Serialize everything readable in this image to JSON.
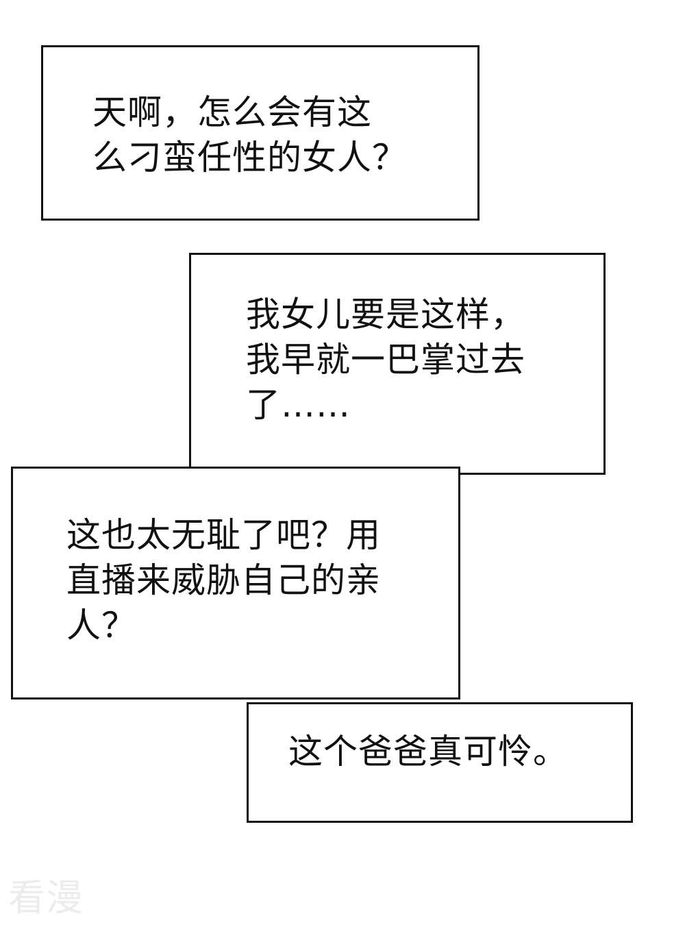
{
  "bubbles": [
    {
      "lines": [
        "天啊，怎么会有这",
        "么刁蛮任性的女人？"
      ]
    },
    {
      "lines": [
        "我女儿要是这样，",
        "我早就一巴掌过去",
        "了……"
      ]
    },
    {
      "lines": [
        "这也太无耻了吧？用",
        "直播来威胁自己的亲",
        "人？"
      ]
    },
    {
      "lines": [
        "这个爸爸真可怜。"
      ]
    }
  ],
  "watermark": "看漫"
}
